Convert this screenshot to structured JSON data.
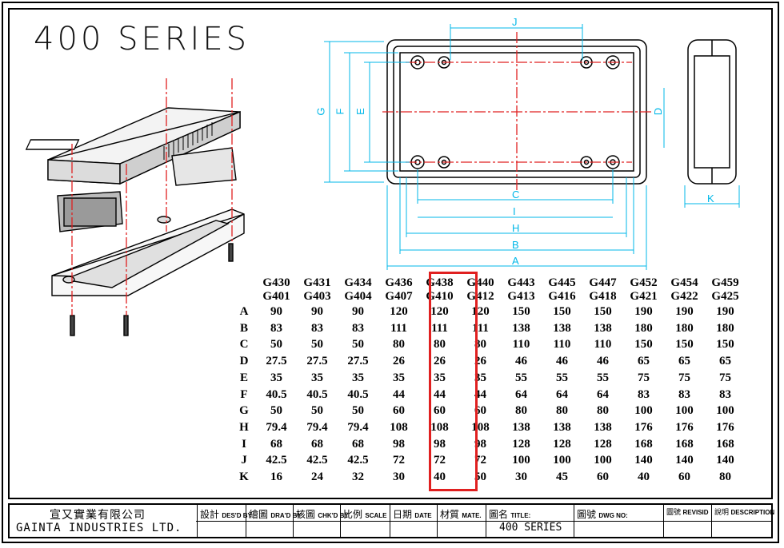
{
  "header": {
    "series_title": "400 SERIES"
  },
  "dimension_letters": {
    "J": "J",
    "G": "G",
    "F": "F",
    "E": "E",
    "D": "D",
    "C": "C",
    "I": "I",
    "H": "H",
    "B": "B",
    "A": "A",
    "K": "K"
  },
  "table": {
    "columns": [
      [
        "G430",
        "G401"
      ],
      [
        "G431",
        "G403"
      ],
      [
        "G434",
        "G404"
      ],
      [
        "G436",
        "G407"
      ],
      [
        "G438",
        "G410"
      ],
      [
        "G440",
        "G412"
      ],
      [
        "G443",
        "G413"
      ],
      [
        "G445",
        "G416"
      ],
      [
        "G447",
        "G418"
      ],
      [
        "G452",
        "G421"
      ],
      [
        "G454",
        "G422"
      ],
      [
        "G459",
        "G425"
      ]
    ],
    "rows": [
      {
        "label": "A",
        "values": [
          "90",
          "90",
          "90",
          "120",
          "120",
          "120",
          "150",
          "150",
          "150",
          "190",
          "190",
          "190"
        ]
      },
      {
        "label": "B",
        "values": [
          "83",
          "83",
          "83",
          "111",
          "111",
          "111",
          "138",
          "138",
          "138",
          "180",
          "180",
          "180"
        ]
      },
      {
        "label": "C",
        "values": [
          "50",
          "50",
          "50",
          "80",
          "80",
          "80",
          "110",
          "110",
          "110",
          "150",
          "150",
          "150"
        ]
      },
      {
        "label": "D",
        "values": [
          "27.5",
          "27.5",
          "27.5",
          "26",
          "26",
          "26",
          "46",
          "46",
          "46",
          "65",
          "65",
          "65"
        ]
      },
      {
        "label": "E",
        "values": [
          "35",
          "35",
          "35",
          "35",
          "35",
          "35",
          "55",
          "55",
          "55",
          "75",
          "75",
          "75"
        ]
      },
      {
        "label": "F",
        "values": [
          "40.5",
          "40.5",
          "40.5",
          "44",
          "44",
          "44",
          "64",
          "64",
          "64",
          "83",
          "83",
          "83"
        ]
      },
      {
        "label": "G",
        "values": [
          "50",
          "50",
          "50",
          "60",
          "60",
          "60",
          "80",
          "80",
          "80",
          "100",
          "100",
          "100"
        ]
      },
      {
        "label": "H",
        "values": [
          "79.4",
          "79.4",
          "79.4",
          "108",
          "108",
          "108",
          "138",
          "138",
          "138",
          "176",
          "176",
          "176"
        ]
      },
      {
        "label": "I",
        "values": [
          "68",
          "68",
          "68",
          "98",
          "98",
          "98",
          "128",
          "128",
          "128",
          "168",
          "168",
          "168"
        ]
      },
      {
        "label": "J",
        "values": [
          "42.5",
          "42.5",
          "42.5",
          "72",
          "72",
          "72",
          "100",
          "100",
          "100",
          "140",
          "140",
          "140"
        ]
      },
      {
        "label": "K",
        "values": [
          "16",
          "24",
          "32",
          "30",
          "40",
          "50",
          "30",
          "45",
          "60",
          "40",
          "60",
          "80"
        ]
      }
    ],
    "highlighted_column": "G438 / G410"
  },
  "title_block": {
    "company_cn": "宣又實業有限公司",
    "company_en": "GAINTA INDUSTRIES LTD.",
    "designed_by_cn": "設計",
    "designed_by_en": "DES'D BY",
    "drawn_by_cn": "繪圖",
    "drawn_by_en": "DRA'D BY",
    "checked_by_cn": "核圖",
    "checked_by_en": "CHK'D BY",
    "scale_cn": "比例",
    "scale_en": "SCALE",
    "date_cn": "日期",
    "date_en": "DATE",
    "material_cn": "材質",
    "material_en": "MATE.",
    "title_cn": "圖名",
    "title_en": "TITLE:",
    "title_value": "400 SERIES",
    "drawing_no_cn": "圖號",
    "drawing_no_en": "DWG NO:",
    "revision_cn": "圖號",
    "revision_en": "REVISID",
    "description_cn": "說明",
    "description_en": "DESCRIPTION"
  },
  "colors": {
    "dimension": "#00b7e8",
    "centerline": "#e02020",
    "highlight": "#e02020"
  }
}
